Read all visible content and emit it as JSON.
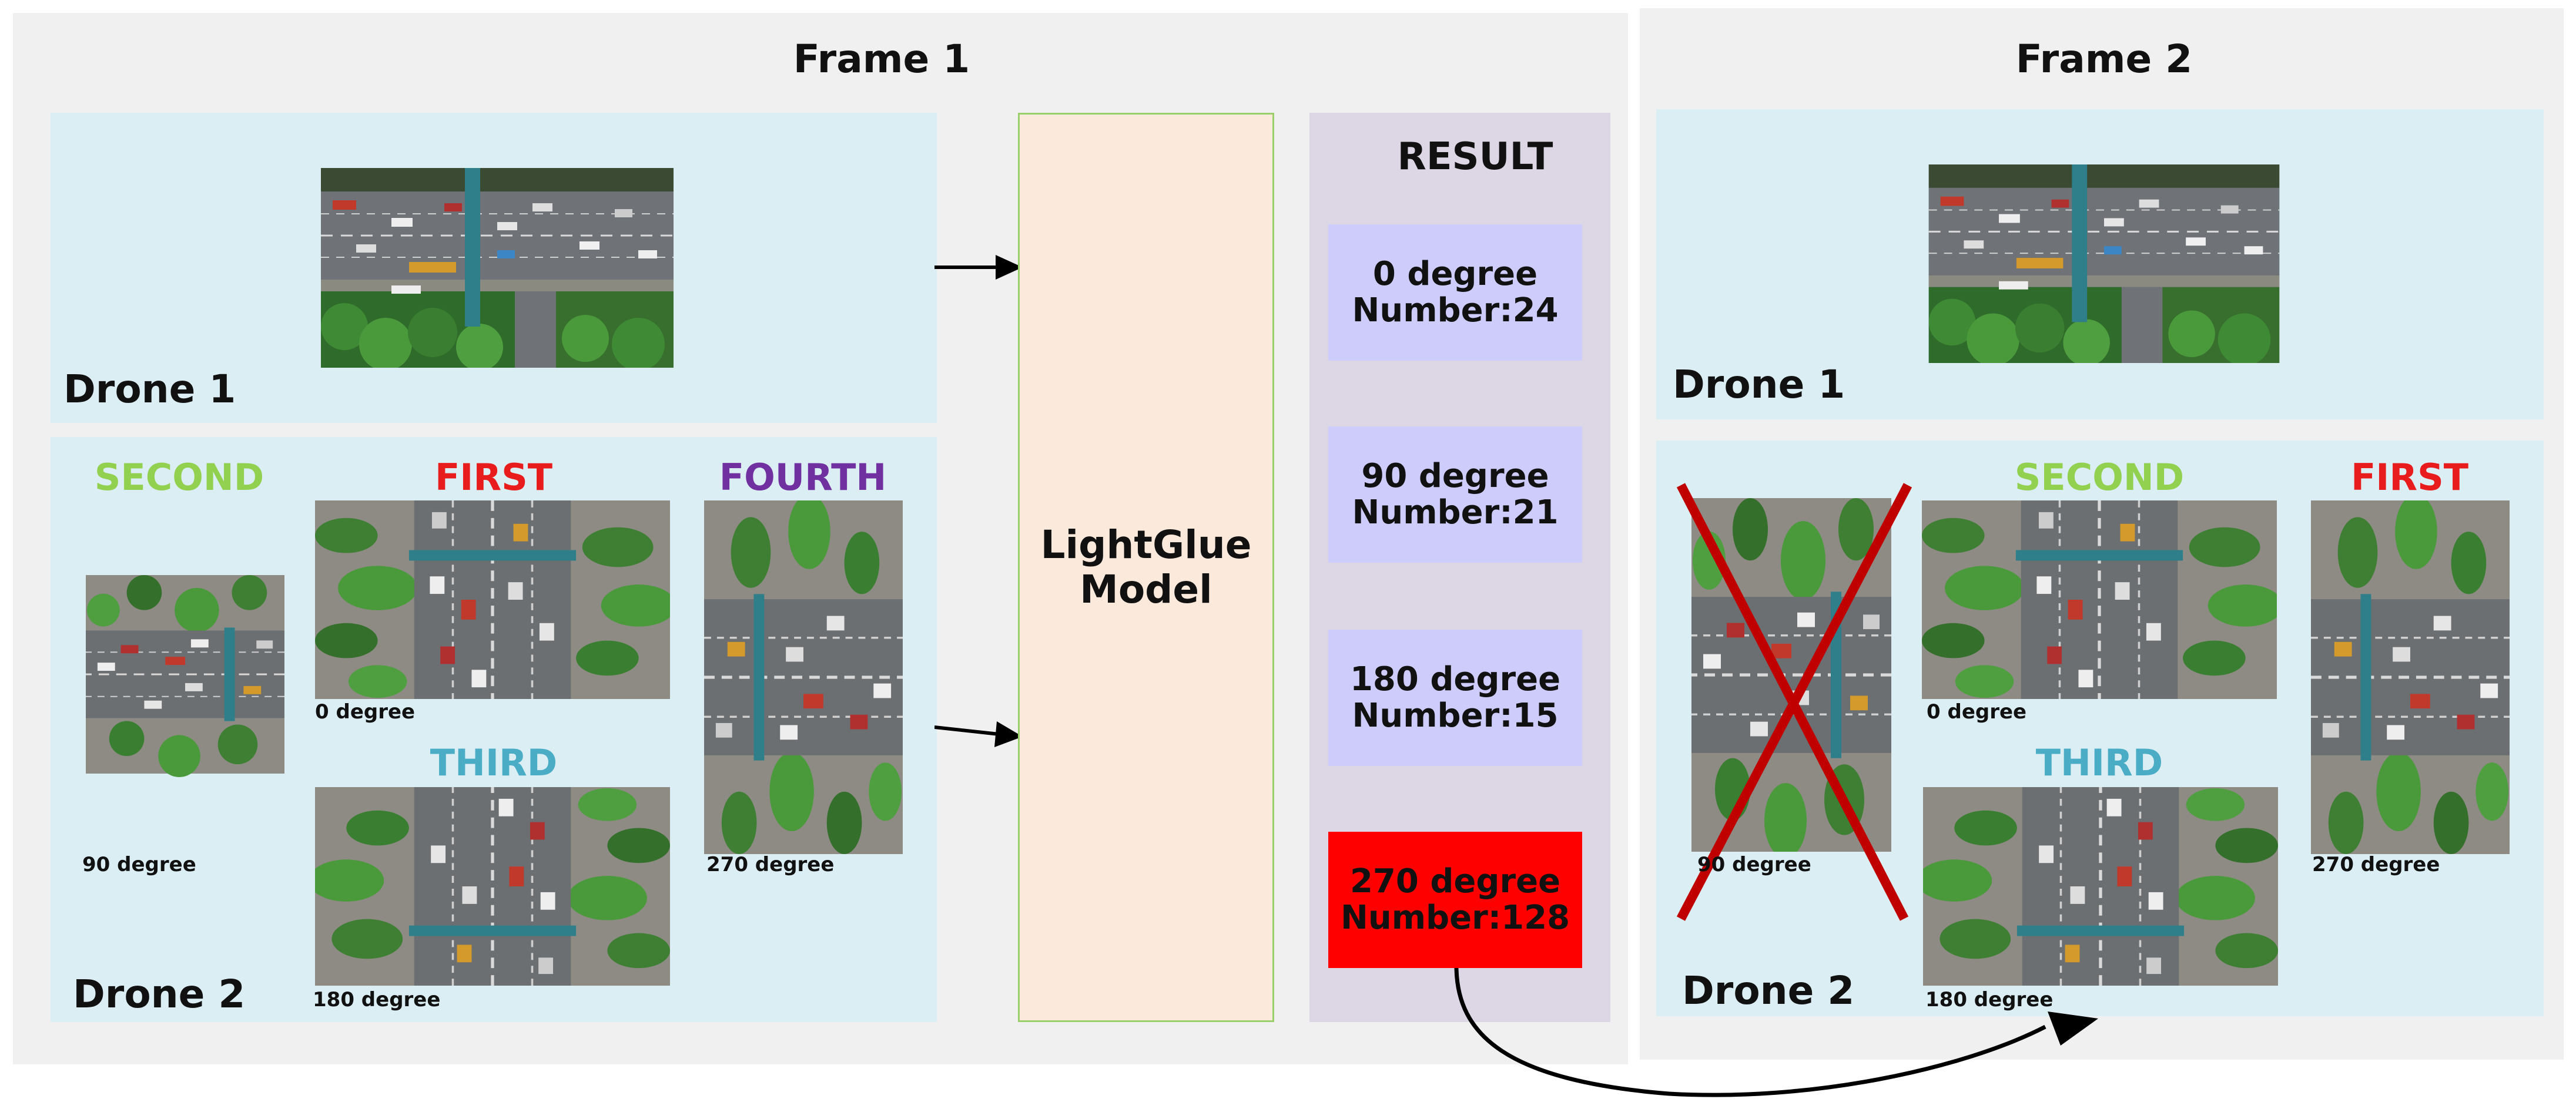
{
  "colors": {
    "frame_bg": "#f0f0f0",
    "panel_bg": "#dbeef4",
    "model_bg": "#fbe9dc",
    "model_border": "#9bcf6b",
    "result_bg": "#ddd6e5",
    "result_box": "#cdccfb",
    "result_selected": "#ff0000",
    "second": "#92d050",
    "first": "#e81c1c",
    "third": "#4bacc6",
    "fourth": "#7030a0",
    "cross": "#c00000"
  },
  "frame1": {
    "title": "Frame 1",
    "drone1_label": "Drone 1",
    "drone2_label": "Drone 2",
    "orders": {
      "second": "SECOND",
      "first": "FIRST",
      "fourth": "FOURTH",
      "third": "THIRD"
    },
    "degrees": {
      "d90": "90 degree",
      "d0": "0 degree",
      "d270": "270 degree",
      "d180": "180 degree"
    }
  },
  "model": {
    "label": "LightGlue\nModel"
  },
  "result": {
    "title": "RESULT",
    "items": [
      {
        "text": "0 degree\nNumber:24",
        "selected": false
      },
      {
        "text": "90 degree\nNumber:21",
        "selected": false
      },
      {
        "text": "180 degree\nNumber:15",
        "selected": false
      },
      {
        "text": "270 degree\nNumber:128",
        "selected": true
      }
    ]
  },
  "frame2": {
    "title": "Frame 2",
    "drone1_label": "Drone 1",
    "drone2_label": "Drone 2",
    "orders": {
      "second": "SECOND",
      "first": "FIRST",
      "third": "THIRD"
    },
    "degrees": {
      "d90": "90 degree",
      "d0": "0 degree",
      "d270": "270 degree",
      "d180": "180 degree"
    }
  },
  "icons": {
    "arrow": "arrow-right-icon",
    "curved_arrow": "curved-arrow-icon",
    "cross": "cross-mark-icon"
  }
}
